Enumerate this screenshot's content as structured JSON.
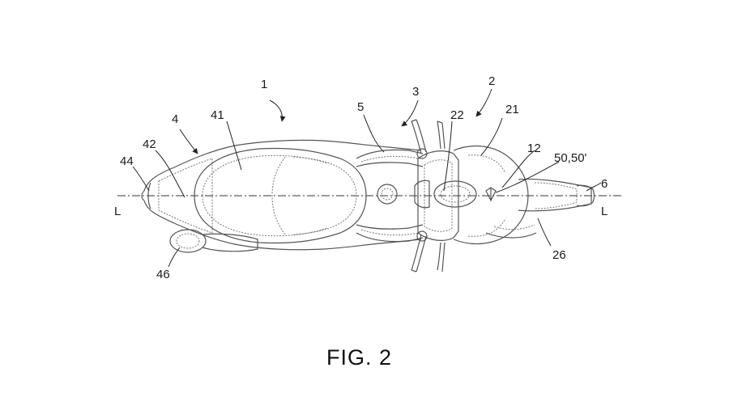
{
  "figure": {
    "caption": "FIG. 2",
    "axis_label_left": "L",
    "axis_label_right": "L"
  },
  "reference_labels": {
    "r1": "1",
    "r2": "2",
    "r3": "3",
    "r4": "4",
    "r5": "5",
    "r6": "6",
    "r12": "12",
    "r21": "21",
    "r22": "22",
    "r26": "26",
    "r41": "41",
    "r42": "42",
    "r44": "44",
    "r46": "46",
    "r50": "50,50'"
  }
}
